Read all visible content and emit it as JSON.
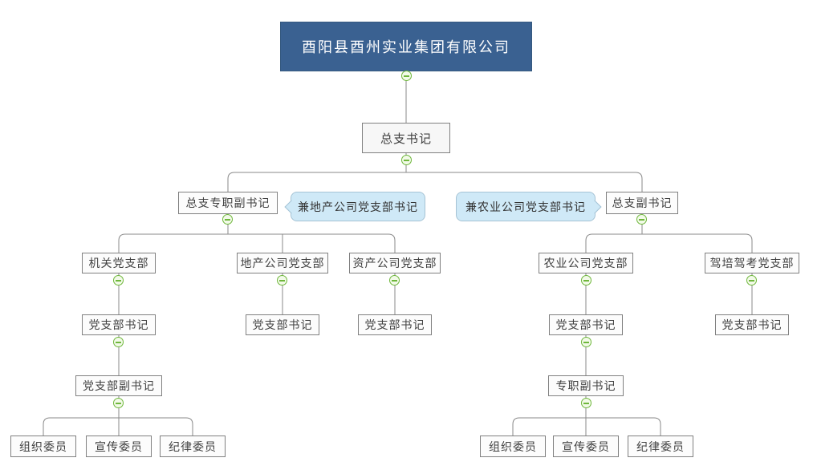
{
  "colors": {
    "root_bg": "#3a6191",
    "root_text": "#ffffff",
    "box_bg": "#fcfcfc",
    "box_border": "#808080",
    "box_text": "#404040",
    "line": "#8a8a8a",
    "collapse_border": "#6fb73c",
    "collapse_bg": "#f2fae8",
    "callout_bg": "#cfe9f7",
    "callout_border": "#a5c3d5",
    "callout_text": "#333333",
    "page_bg": "#ffffff"
  },
  "icons": {
    "collapse": "minus-circle"
  },
  "nodes": {
    "company": "酉阳县酉州实业集团有限公司",
    "general_branch_secretary": "总支书记",
    "full_time_deputy_secretary": "总支专职副书记",
    "deputy_secretary": "总支副书记",
    "callout_realestate": "兼地产公司党支部书记",
    "callout_agriculture": "兼农业公司党支部书记",
    "office_branch": "机关党支部",
    "realestate_branch": "地产公司党支部",
    "asset_branch": "资产公司党支部",
    "agriculture_branch": "农业公司党支部",
    "driving_branch": "驾培驾考党支部",
    "branch_secretary": "党支部书记",
    "branch_deputy_secretary": "党支部副书记",
    "full_time_deputy": "专职副书记",
    "organization_member": "组织委员",
    "publicity_member": "宣传委员",
    "discipline_member": "纪律委员"
  },
  "hierarchy": {
    "label": "酉阳县酉州实业集团有限公司",
    "children": [
      {
        "label": "总支书记",
        "children": [
          {
            "label": "总支专职副书记",
            "callout": "兼地产公司党支部书记",
            "children": [
              {
                "label": "机关党支部",
                "children": [
                  {
                    "label": "党支部书记",
                    "children": [
                      {
                        "label": "党支部副书记",
                        "children": [
                          {
                            "label": "组织委员"
                          },
                          {
                            "label": "宣传委员"
                          },
                          {
                            "label": "纪律委员"
                          }
                        ]
                      }
                    ]
                  }
                ]
              },
              {
                "label": "地产公司党支部",
                "children": [
                  {
                    "label": "党支部书记"
                  }
                ]
              },
              {
                "label": "资产公司党支部",
                "children": [
                  {
                    "label": "党支部书记"
                  }
                ]
              }
            ]
          },
          {
            "label": "总支副书记",
            "callout": "兼农业公司党支部书记",
            "children": [
              {
                "label": "农业公司党支部",
                "children": [
                  {
                    "label": "党支部书记",
                    "children": [
                      {
                        "label": "专职副书记",
                        "children": [
                          {
                            "label": "组织委员"
                          },
                          {
                            "label": "宣传委员"
                          },
                          {
                            "label": "纪律委员"
                          }
                        ]
                      }
                    ]
                  }
                ]
              },
              {
                "label": "驾培驾考党支部",
                "children": [
                  {
                    "label": "党支部书记"
                  }
                ]
              }
            ]
          }
        ]
      }
    ]
  }
}
